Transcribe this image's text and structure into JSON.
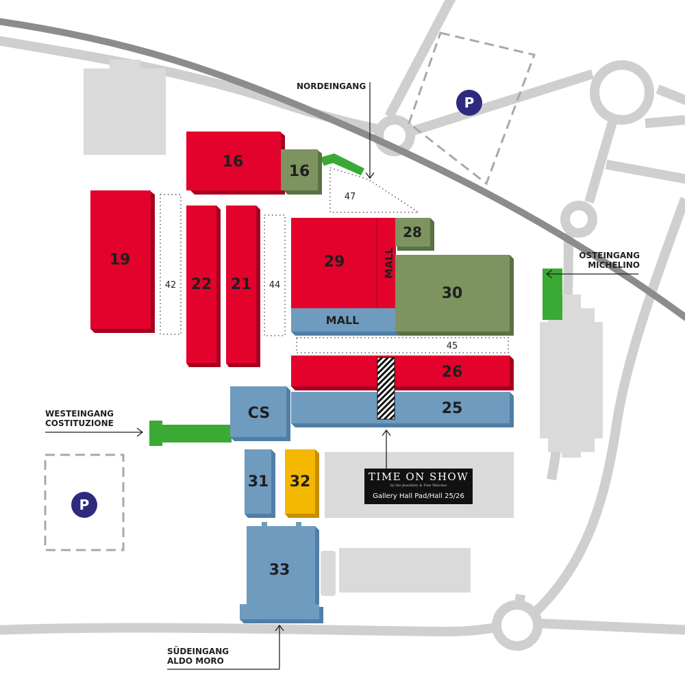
{
  "colors": {
    "red": "#e3022c",
    "green_hall": "#7d9460",
    "blue_hall": "#6f9bbf",
    "yellow_hall": "#f5b800",
    "entrance_green": "#3aaa35",
    "road_gray": "#cfcfcf",
    "rail_gray": "#8c8c8c",
    "building_gray": "#dadada",
    "parking_blue": "#2e2a7e",
    "showcase_black": "#111111"
  },
  "halls": {
    "h16_red": "16",
    "h16_green": "16",
    "h19": "19",
    "h22": "22",
    "h21": "21",
    "h29": "29",
    "h28": "28",
    "h30": "30",
    "h26": "26",
    "h25": "25",
    "cs": "CS",
    "h31": "31",
    "h32": "32",
    "h33": "33"
  },
  "malls": {
    "vertical": "MALL",
    "horizontal": "MALL"
  },
  "corridors": {
    "c42": "42",
    "c44": "44",
    "c45": "45",
    "c47": "47"
  },
  "entrances": {
    "nord": "NORDEINGANG",
    "ost_1": "OSTEINGANG",
    "ost_2": "MICHELINO",
    "west_1": "WESTEINGANG",
    "west_2": "COSTITUZIONE",
    "sued_1": "SÜDEINGANG",
    "sued_2": "ALDO MORO"
  },
  "parking": {
    "north": "P",
    "west": "P"
  },
  "showcase": {
    "title": "TIME ON SHOW",
    "subtitle": "by the Jewellery & Fine Watches",
    "location": "Gallery Hall Pad/Hall 25/26"
  },
  "icons": [
    "parking-icon",
    "entrance-arrow-icon"
  ]
}
